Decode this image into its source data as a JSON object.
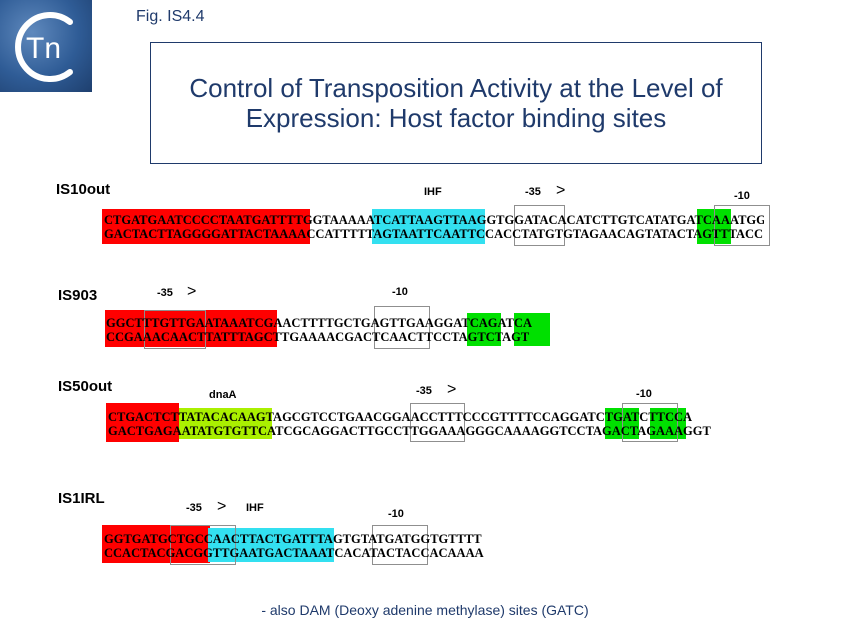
{
  "fig_label": "Fig. IS4.4",
  "title": "Control of Transposition Activity at the Level of Expression: Host factor binding sites",
  "logo_icon": "tn-logo-icon",
  "logo_text": "Tn",
  "colors": {
    "promoter_red": "#ff0000",
    "ihf_cyan": "#33e0f0",
    "gatc_green": "#00e000",
    "dnaa_lime": "#aaf000",
    "title_blue": "#1f3a6b"
  },
  "panels": {
    "is10": {
      "label": "IS10out",
      "ihf": "IHF",
      "m35": "-35",
      "m10": "-10",
      "arrow": ">",
      "top": "CTGATGAATCCCCTAATGATTTTGGTAAAAATCATTAAGTTAAGGTGGATACACATCTTGTCATATGATCAAATGG",
      "bottom": "GACTACTTAGGGGATTACTAAAACCATTTTTAGTAATTCAATTCCACCTATGTGTAGAACAGTATACTAGTTTACC"
    },
    "is903": {
      "label": "IS903",
      "m35": "-35",
      "m10": "-10",
      "arrow": ">",
      "top": "GGCTTTGTTGAATAAATCGAACTTTTGCTGAGTTGAAGGATCAGATCA",
      "bottom": "CCGAAACAACTTATTTAGCTTGAAAACGACTCAACTTCCTAGTCTAGT"
    },
    "is50": {
      "label": "IS50out",
      "dnaa": "dnaA",
      "m35": "-35",
      "m10": "-10",
      "arrow": ">",
      "top": "CTGACTCTTATACACAAGTAGCGTCCTGAACGGAACCTTTCCCGTTTTCCAGGATCTGATCTTCCA",
      "bottom": "GACTGAGAATATGTGTTCATCGCAGGACTTGCCTTGGAAAGGGCAAAAGGTCCTAGACTAGAAAGGT"
    },
    "is1": {
      "label": "IS1IRL",
      "m35": "-35",
      "ihf": "IHF",
      "m10": "-10",
      "arrow": ">",
      "top": "GGTGATGCTGCCAACTTACTGATTTAGTGTATGATGGTGTTTT",
      "bottom": "CCACTACGACGGTTGAATGACTAAATCACATACTACCACAAAA"
    }
  },
  "footer": "- also DAM (Deoxy adenine methylase) sites (GATC)"
}
